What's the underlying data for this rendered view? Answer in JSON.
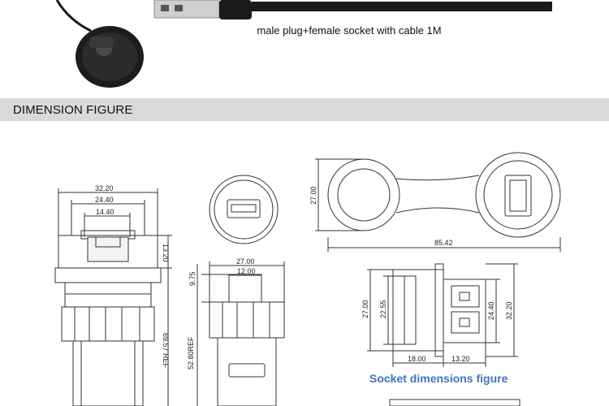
{
  "caption": "male plug+female socket with cable 1M",
  "section": {
    "title": "DIMENSION FIGURE"
  },
  "drawing": {
    "dimensions": {
      "d_32_20_top": "32.20",
      "d_24_40_top": "24.40",
      "d_14_40": "14.40",
      "d_13_20_side": "13.20",
      "d_69_57": "69.57 REF",
      "d_27_00_mid": "27.00",
      "d_12_00": "12.00",
      "d_9_75": "9.75",
      "d_52_80": "52.80REF",
      "d_27_00_right": "27.00",
      "d_85_42": "85.42",
      "d_27_00_socket": "27.00",
      "d_22_55": "22.55",
      "d_24_40_socket": "24.40",
      "d_32_20_socket": "32.20",
      "d_18_00": "18.00",
      "d_13_20_bottom": "13.20"
    },
    "socket_caption": "Socket dimensions figure"
  }
}
